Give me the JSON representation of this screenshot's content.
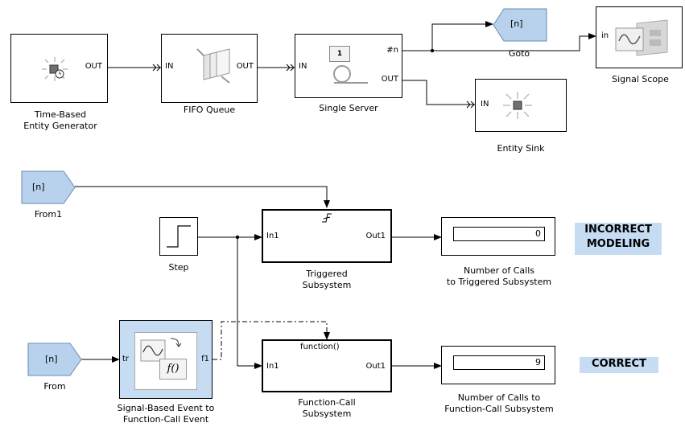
{
  "blocks": {
    "generator": {
      "port_out": "OUT",
      "label_line1": "Time-Based",
      "label_line2": "Entity Generator"
    },
    "fifo": {
      "port_in": "IN",
      "port_out": "OUT",
      "label": "FIFO Queue"
    },
    "server": {
      "port_in": "IN",
      "port_n": "#n",
      "port_out": "OUT",
      "icon_text": "1",
      "label": "Single Server"
    },
    "goto": {
      "tag": "[n]",
      "label": "Goto"
    },
    "scope": {
      "port_in": "in",
      "label": "Signal Scope"
    },
    "sink": {
      "port_in": "IN",
      "label": "Entity Sink"
    },
    "from1": {
      "tag": "[n]",
      "label": "From1"
    },
    "step": {
      "label": "Step"
    },
    "triggered": {
      "port_in": "In1",
      "port_out": "Out1",
      "label_line1": "Triggered",
      "label_line2": "Subsystem"
    },
    "display_triggered": {
      "value": "0",
      "label_line1": "Number of Calls",
      "label_line2": "to Triggered Subsystem"
    },
    "from": {
      "tag": "[n]",
      "label": "From"
    },
    "signal_event": {
      "port_in": "tr",
      "port_out": "f1",
      "fn_text": "f()",
      "label_line1": "Signal-Based Event to",
      "label_line2": "Function-Call Event"
    },
    "fcall": {
      "trigger_text": "function()",
      "port_in": "In1",
      "port_out": "Out1",
      "label_line1": "Function-Call",
      "label_line2": "Subsystem"
    },
    "display_fcall": {
      "value": "9",
      "label_line1": "Number of Calls to",
      "label_line2": "Function-Call Subsystem"
    }
  },
  "status": {
    "incorrect_line1": "INCORRECT",
    "incorrect_line2": "MODELING",
    "correct": "CORRECT"
  },
  "colors": {
    "tag_fill": "#b8d2ee",
    "block_blue": "#c6dcf2",
    "status_bg": "#c6dcf2"
  },
  "icons": [
    "entity-generator-icon",
    "fifo-queue-icon",
    "server-icon",
    "scope-icon",
    "entity-sink-icon",
    "step-icon",
    "trigger-edge-icon",
    "function-call-icon"
  ]
}
